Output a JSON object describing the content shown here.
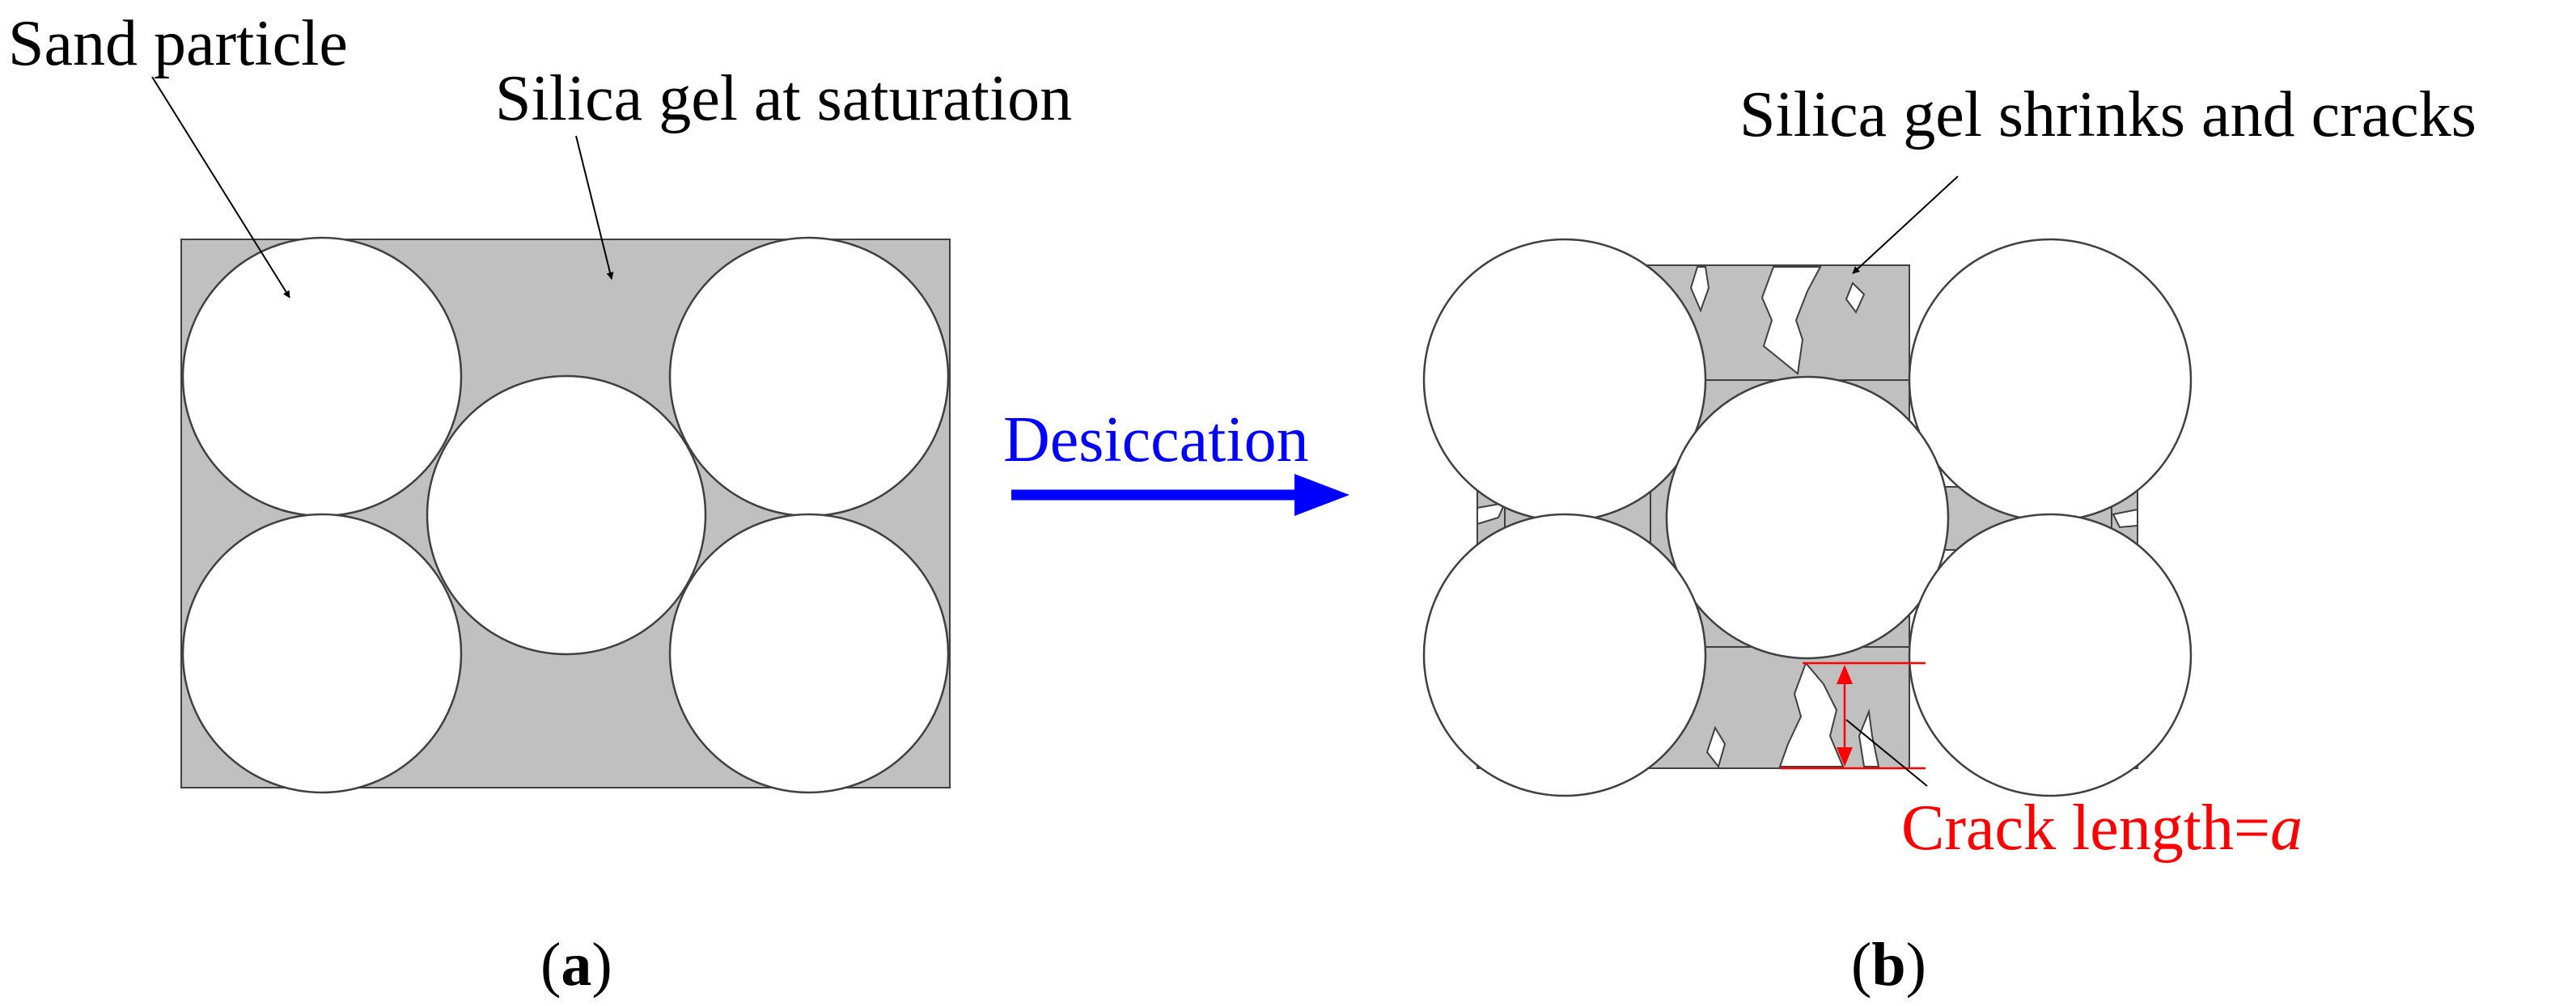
{
  "labels": {
    "sand_particle": "Sand particle",
    "silica_gel_saturation": "Silica gel at saturation",
    "desiccation": "Desiccation",
    "silica_gel_shrinks": "Silica gel shrinks and cracks",
    "crack_length_prefix": "Crack length=",
    "crack_length_symbol": "a"
  },
  "panels": {
    "a": {
      "open": "(",
      "letter": "a",
      "close": ")"
    },
    "b": {
      "open": "(",
      "letter": "b",
      "close": ")"
    }
  },
  "colors": {
    "gel": "#c0c0c0",
    "grain": "#ffffff",
    "arrow": "#0000ff",
    "crack_annotation": "#ff0000",
    "text": "#000000"
  }
}
